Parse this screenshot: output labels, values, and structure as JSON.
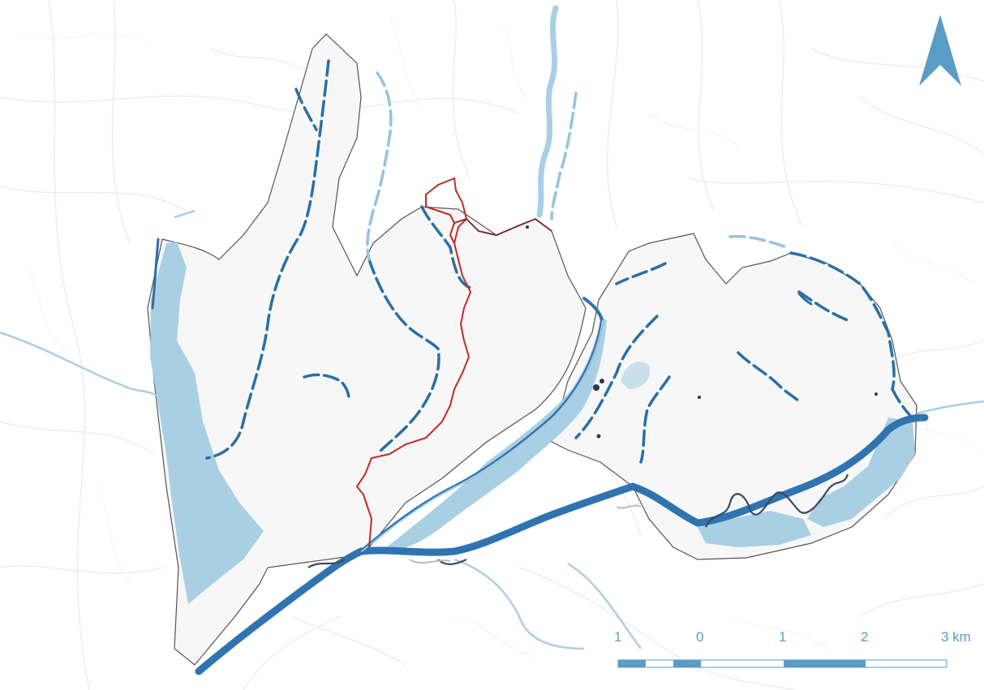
{
  "colors": {
    "background": "#ffffff",
    "water": "#a9cfe4",
    "river_main": "#2f74b0",
    "stream": "#2a6fa6",
    "stream_light": "#96c3e0",
    "boundary": "#555555",
    "highlight": "#c42a2a",
    "base_roads": "#e2e4e6",
    "scale_text": "#5a9cc8",
    "north_arrow": "#5a9cc8"
  },
  "north_arrow": {
    "icon": "north-arrow-icon"
  },
  "scale_bar": {
    "labels": [
      "1",
      "0",
      "1",
      "2",
      "3 km"
    ]
  }
}
